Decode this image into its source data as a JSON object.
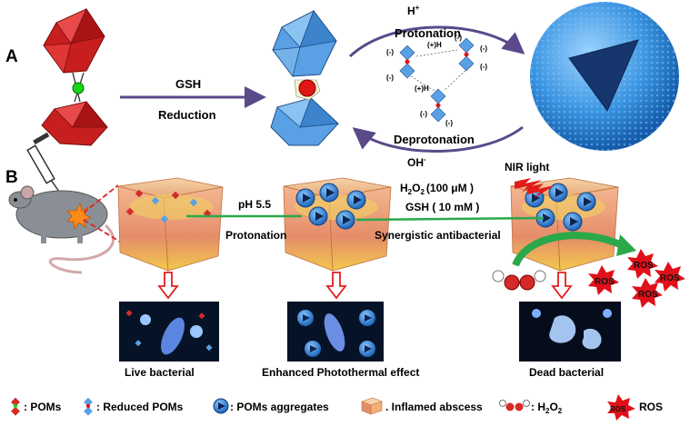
{
  "panels": {
    "a": "A",
    "b": "B"
  },
  "row_a": {
    "gsh": "GSH",
    "reduction": "Reduction",
    "h_plus": "H",
    "h_plus_sup": "+",
    "protonation": "Protonation",
    "deprotonation": "Deprotonation",
    "oh_minus": "OH",
    "oh_minus_sup": "-",
    "cluster_charges": [
      "(-)",
      "(+)H",
      "(-)",
      "(-)",
      "(-)",
      "(+)H",
      "(-)",
      "(-)",
      "(-)"
    ]
  },
  "row_b": {
    "nir_light": "NIR light",
    "ph": "pH 5.5",
    "protonation": "Protonation",
    "h2o2_label": "H",
    "h2o2_sub": "2",
    "h2o2_o": "O",
    "h2o2_conc": "(100 μM )",
    "gsh_conc": "GSH ( 10 mM )",
    "synergistic": "Synergistic antibacterial",
    "ros_labels": [
      "ROS",
      "ROS",
      "ROS",
      "ROS"
    ]
  },
  "captions": {
    "live": "Live bacterial",
    "enhanced": "Enhanced Photothermal effect",
    "dead": "Dead bacterial"
  },
  "legend": {
    "poms": ": POMs",
    "reduced": ": Reduced POMs",
    "aggregates": ": POMs aggregates",
    "abscess": ". Inflamed abscess",
    "h2o2_prefix": ": H",
    "h2o2_sub": "2",
    "h2o2_o": "O",
    "ros_icon": "ROS",
    "ros": "ROS"
  },
  "colors": {
    "pom_red": "#d42a2a",
    "reduced_blue": "#5a9ee0",
    "aggregate_blue": "#2f86d6",
    "arrow_purple": "#5a4a8a",
    "green_line": "#2aa84a",
    "ros_red": "#e0101a",
    "abscess_orange": "#e8a070"
  }
}
